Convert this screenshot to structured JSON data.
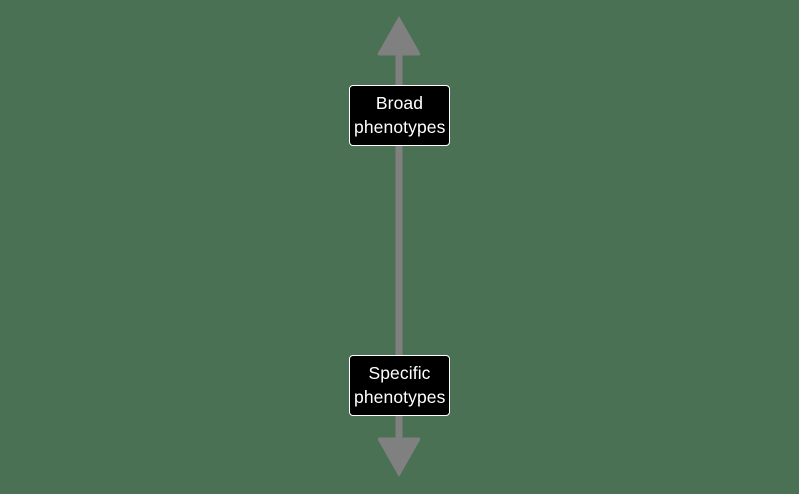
{
  "figure": {
    "type": "axis-diagram",
    "orientation": "vertical",
    "description": "Vertical double-headed arrow spectrum axis",
    "background_color": "#4a7154",
    "arrow_color": "#808080",
    "label_fill_color": "#000000",
    "label_border_color": "#ffffff",
    "label_text_color": "#ffffff"
  },
  "axis": {
    "name": "phenotype-specificity-axis",
    "top_end": {
      "arrowhead": "up-arrowhead",
      "label": {
        "name": "broad-phenotypes-label",
        "line1": "Broad",
        "line2": "phenotypes",
        "text": "Broad phenotypes"
      }
    },
    "bottom_end": {
      "arrowhead": "down-arrowhead",
      "label": {
        "name": "specific-phenotypes-label",
        "line1": "Specific",
        "line2": "phenotypes",
        "text": "Specific phenotypes"
      }
    }
  }
}
